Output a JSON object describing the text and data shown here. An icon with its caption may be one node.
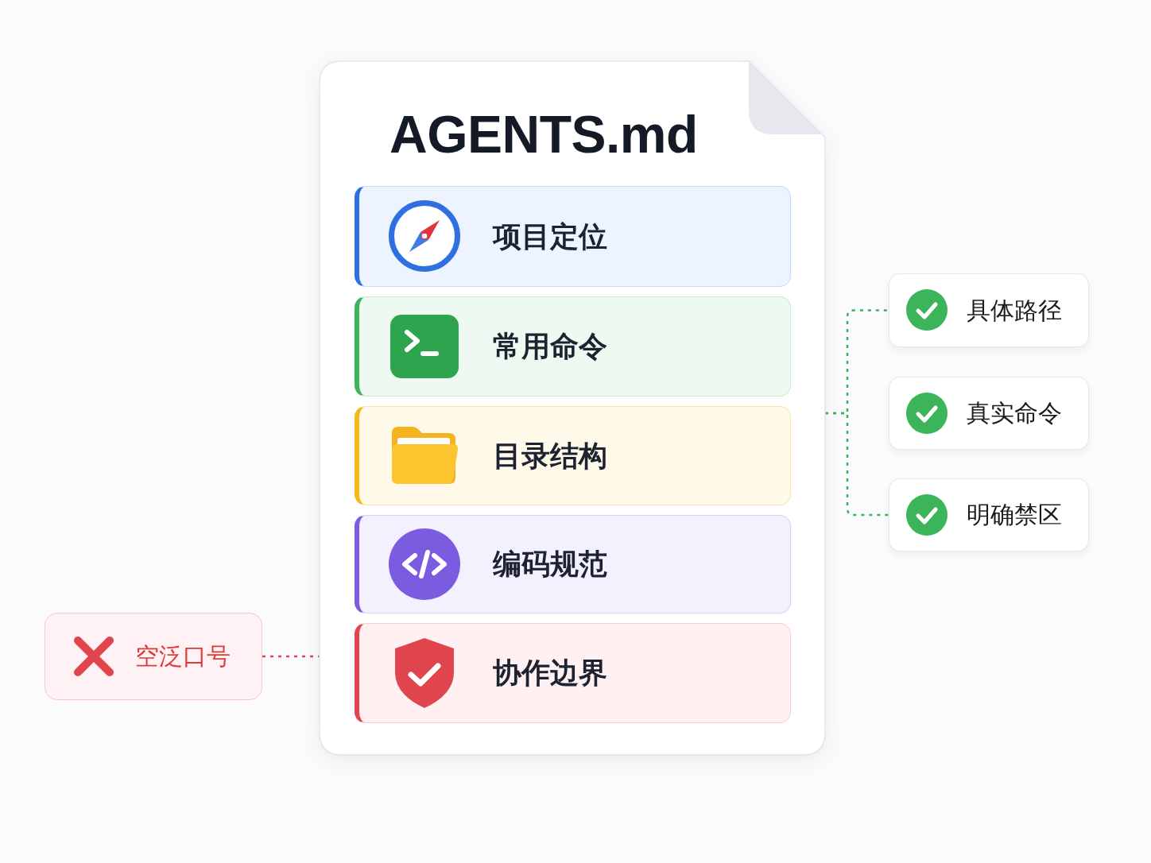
{
  "diagram": {
    "nodes": [
      {
        "text": [
          "AGENTS.md"
        ]
      },
      {
        "text": [
          "项目定位"
        ],
        "in": 0
      },
      {
        "text": [
          "常用命令"
        ],
        "in": 0
      },
      {
        "text": [
          "目录结构"
        ],
        "in": 0
      },
      {
        "text": [
          "编码规范"
        ],
        "in": 0
      },
      {
        "text": [
          "协作边界"
        ],
        "in": 0
      },
      {
        "text": [
          "具体路径"
        ]
      },
      {
        "text": [
          "真实命令"
        ]
      },
      {
        "text": [
          "明确禁区"
        ]
      },
      {
        "text": [
          "空泛口号"
        ]
      }
    ],
    "edges": [
      {
        "from": 0,
        "to": 6,
        "arrow": "none",
        "style": "dashed"
      },
      {
        "from": 0,
        "to": 8,
        "arrow": "none",
        "style": "dashed"
      },
      {
        "from": 9,
        "to": 0,
        "arrow": "none",
        "style": "dashed",
        "color": "#e0454d"
      }
    ]
  }
}
